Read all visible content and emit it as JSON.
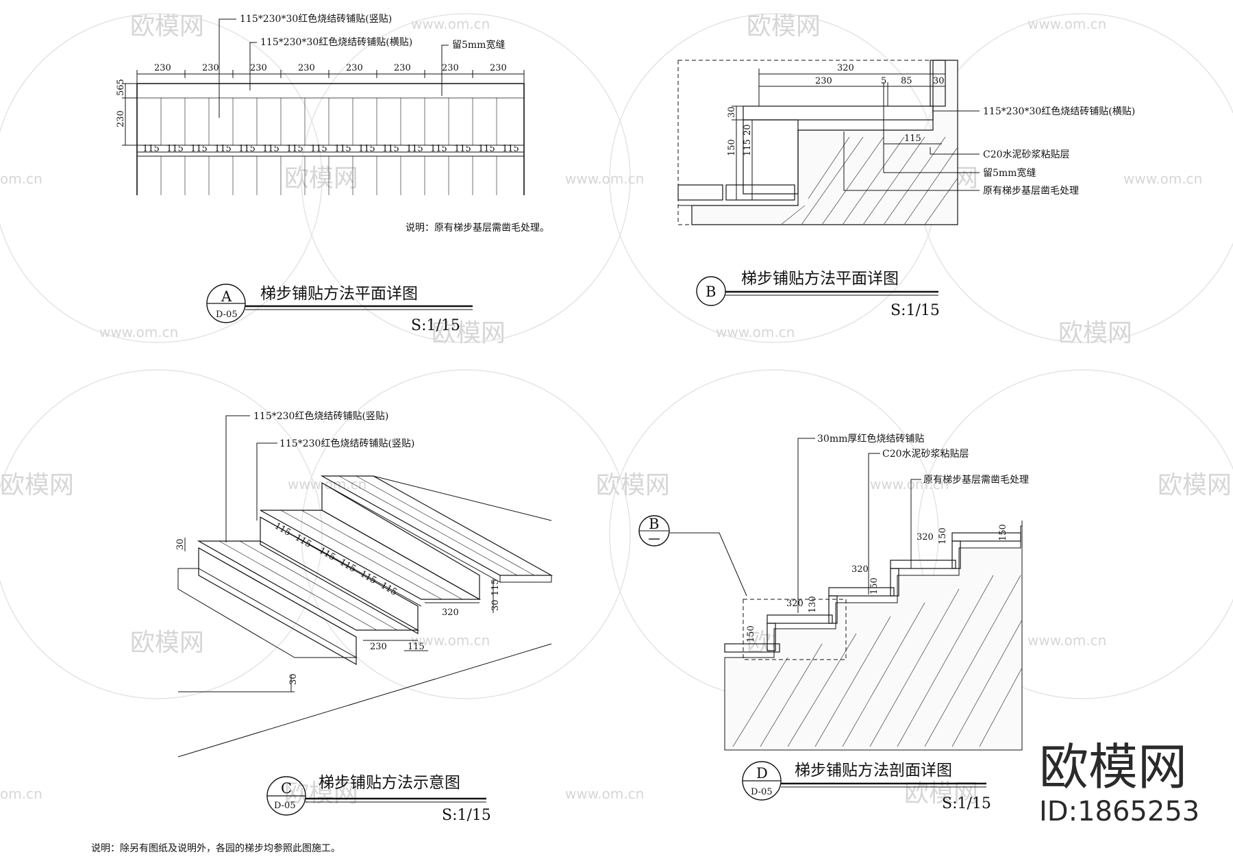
{
  "watermarks": {
    "logo_text": "欧模网",
    "url_text": "www.om.cn",
    "edge_text": "om.cn"
  },
  "brand": {
    "name": "欧模网",
    "id": "ID:1865253"
  },
  "footer_note": "说明：除另有图纸及说明外，各园的梯步均参照此图施工。",
  "detail_a": {
    "letter": "A",
    "ref": "D-05",
    "title": "梯步铺贴方法平面详图",
    "scale": "S:1/15",
    "callouts": [
      "115*230*30红色烧结砖铺贴(竖贴)",
      "115*230*30红色烧结砖铺贴(横贴)",
      "留5mm宽缝"
    ],
    "top_dims": [
      "230",
      "230",
      "230",
      "230",
      "230",
      "230",
      "230",
      "230"
    ],
    "row_dims": [
      "115",
      "115",
      "115",
      "115",
      "115",
      "115",
      "115",
      "115",
      "115",
      "115",
      "115",
      "115",
      "115",
      "115",
      "115",
      "115"
    ],
    "side_dims": [
      "565",
      "230"
    ],
    "note": "说明：原有梯步基层需凿毛处理。"
  },
  "detail_b": {
    "letter": "B",
    "title": "梯步铺贴方法平面详图",
    "scale": "S:1/15",
    "dims_top": [
      "320",
      "230",
      "5",
      "85",
      "30"
    ],
    "dims_side": [
      "30",
      "20",
      "150",
      "115"
    ],
    "dim_115": "115",
    "callouts": [
      "115*230*30红色烧结砖铺贴(横贴)",
      "C20水泥砂浆粘贴层",
      "留5mm宽缝",
      "原有梯步基层凿毛处理"
    ]
  },
  "detail_c": {
    "letter": "C",
    "ref": "D-05",
    "title": "梯步铺贴方法示意图",
    "scale": "S:1/15",
    "callouts": [
      "115*230红色烧结砖铺贴(竖贴)",
      "115*230红色烧结砖铺贴(竖贴)"
    ],
    "dims": [
      "30",
      "115",
      "30",
      "320",
      "230",
      "115",
      "30"
    ],
    "brick_dims": [
      "115",
      "115",
      "115",
      "115",
      "115",
      "115"
    ]
  },
  "detail_d": {
    "letter": "D",
    "ref": "D-05",
    "title": "梯步铺贴方法剖面详图",
    "scale": "S:1/15",
    "callouts": [
      "30mm厚红色烧结砖铺贴",
      "C20水泥砂浆粘贴层",
      "原有梯步基层需凿毛处理"
    ],
    "section_letter": "B",
    "dims": [
      "320",
      "320",
      "320",
      "150",
      "150",
      "150",
      "130",
      "150"
    ]
  }
}
